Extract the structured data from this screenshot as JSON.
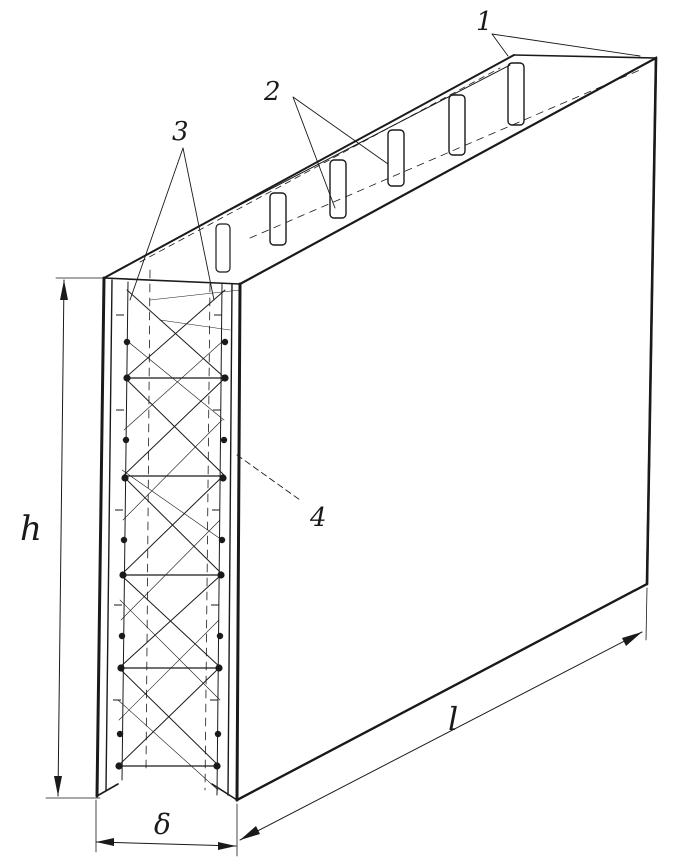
{
  "callouts": {
    "c1": "1",
    "c2": "2",
    "c3": "3",
    "c4": "4"
  },
  "dimensions": {
    "height": "h",
    "length": "l",
    "thickness": "δ"
  },
  "colors": {
    "ink": "#1a1a1a",
    "background": "#ffffff"
  }
}
